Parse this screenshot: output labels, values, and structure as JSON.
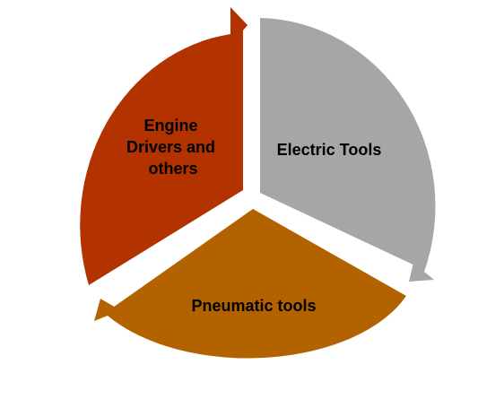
{
  "diagram": {
    "type": "cycle",
    "segments": [
      {
        "id": "electric",
        "label_lines": [
          "Electric Tools"
        ],
        "color": "#a6a6a6"
      },
      {
        "id": "pneumatic",
        "label_lines": [
          "Pneumatic tools"
        ],
        "color": "#b26300"
      },
      {
        "id": "engine",
        "label_lines": [
          "Engine",
          "Drivers and",
          "others"
        ],
        "color": "#b23300"
      }
    ]
  }
}
